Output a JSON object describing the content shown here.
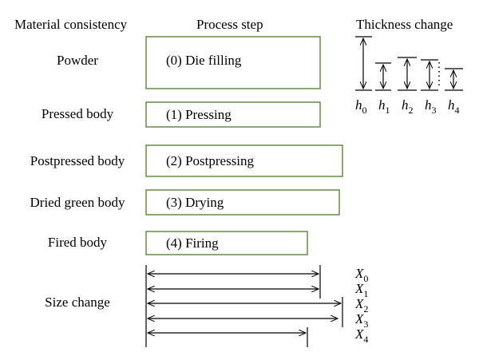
{
  "headers": {
    "material": "Material consistency",
    "process": "Process step",
    "thickness": "Thickness change"
  },
  "materials": [
    "Powder",
    "Pressed body",
    "Postpressed body",
    "Dried green body",
    "Fired body"
  ],
  "steps": [
    "(0) Die filling",
    "(1) Pressing",
    "(2) Postpressing",
    "(3) Drying",
    "(4) Firing"
  ],
  "size_change_label": "Size change",
  "thickness_labels": [
    {
      "base": "h",
      "sub": "0"
    },
    {
      "base": "h",
      "sub": "1"
    },
    {
      "base": "h",
      "sub": "2"
    },
    {
      "base": "h",
      "sub": "3"
    },
    {
      "base": "h",
      "sub": "4"
    }
  ],
  "size_labels": [
    {
      "base": "X",
      "sub": "0"
    },
    {
      "base": "X",
      "sub": "1"
    },
    {
      "base": "X",
      "sub": "2"
    },
    {
      "base": "X",
      "sub": "3"
    },
    {
      "base": "X",
      "sub": "4"
    }
  ],
  "colors": {
    "box_border": "#4d7a2a",
    "line": "#000000"
  }
}
